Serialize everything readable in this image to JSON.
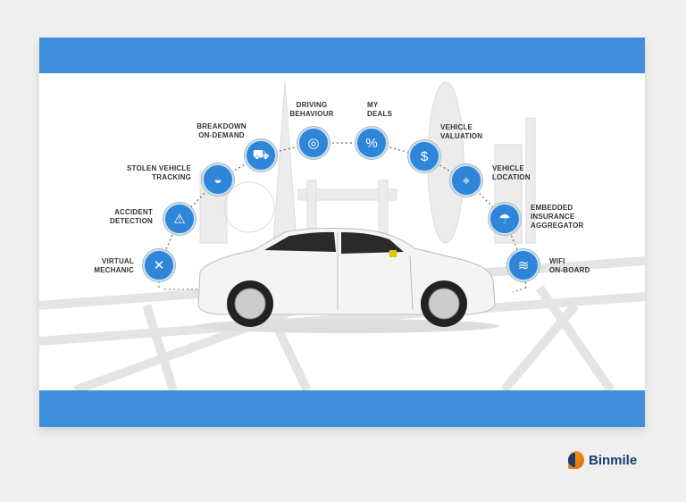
{
  "features": [
    {
      "label_lines": [
        "VIRTUAL",
        "MECHANIC"
      ],
      "icon": "wrench-screwdriver-icon"
    },
    {
      "label_lines": [
        "ACCIDENT",
        "DETECTION"
      ],
      "icon": "crashed-car-icon"
    },
    {
      "label_lines": [
        "STOLEN VEHICLE",
        "TRACKING"
      ],
      "icon": "police-cap-icon"
    },
    {
      "label_lines": [
        "BREAKDOWN",
        "ON-DEMAND"
      ],
      "icon": "tow-truck-icon"
    },
    {
      "label_lines": [
        "DRIVING",
        "BEHAVIOUR"
      ],
      "icon": "steering-wheel-icon"
    },
    {
      "label_lines": [
        "MY",
        "DEALS"
      ],
      "icon": "discount-badge-icon"
    },
    {
      "label_lines": [
        "VEHICLE",
        "VALUATION"
      ],
      "icon": "car-dollar-icon"
    },
    {
      "label_lines": [
        "VEHICLE",
        "LOCATION"
      ],
      "icon": "map-pin-icon"
    },
    {
      "label_lines": [
        "EMBEDDED",
        "INSURANCE",
        "AGGREGATOR"
      ],
      "icon": "umbrella-icon"
    },
    {
      "label_lines": [
        "WIFI",
        "ON-BOARD"
      ],
      "icon": "wifi-icon"
    }
  ],
  "colors": {
    "accent": "#3f8fdd",
    "icon_fill": "#2f86d8"
  },
  "brand": {
    "name": "Binmile"
  }
}
